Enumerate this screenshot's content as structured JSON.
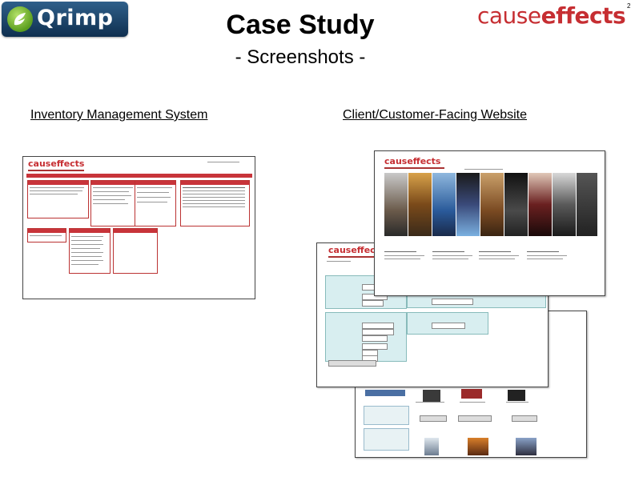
{
  "header": {
    "title": "Case Study",
    "subtitle": "- Screenshots -",
    "page_number": "2"
  },
  "logos": {
    "qrimp": {
      "text": "Qrimp",
      "icon": "qrimp-logo-icon"
    },
    "causeffects": {
      "text_light": "cause",
      "text_bold": "effects",
      "color": "#c62e32"
    }
  },
  "sections": {
    "inventory_heading": "Inventory Management System",
    "website_heading": "Client/Customer-Facing Website"
  },
  "screenshots": {
    "inventory": {
      "logo_text": "causeffects"
    },
    "form_page": {
      "logo_text": "causeffects"
    },
    "movies_page": {
      "logo_text": "causeffects"
    }
  },
  "colors": {
    "brand_red": "#c62e32",
    "qrimp_blue": "#1f4a72",
    "qrimp_green": "#7cc242"
  }
}
